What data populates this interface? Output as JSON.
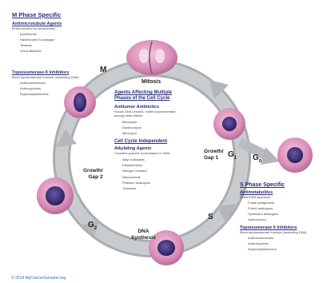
{
  "m_phase": {
    "title": "M Phase Specific",
    "antimicrotubule": {
      "title": "Antimicrotubule Agents",
      "note": "Inhibit function of microtubules",
      "drugs": [
        "Epothilones",
        "Halichondrin B analogue",
        "Taxanes",
        "Vinca alkaloids"
      ]
    },
    "topo2": {
      "title": "Topoisomerase II Inhibitors",
      "note": "Block topoisomerase function (unwinding DNA)",
      "drugs": [
        "Anthracenediones",
        "Anthracyclines",
        "Epipodophyllotoxins"
      ]
    }
  },
  "center": {
    "title_line1": "Agents Affecting Multiple",
    "title_line2": "Phases of the Cell Cycle",
    "antitumor": {
      "title": "Antitumor Antibiotics",
      "note_line1": "Induce DNA Lesions, Inhibit topoisomerase,",
      "note_line2": "among other effects",
      "drugs": [
        "Bleomycin",
        "Dactinomycin",
        "Mitomycin"
      ]
    },
    "independent": {
      "title": "Cell Cycle Independent"
    },
    "alkylating": {
      "title": "Alkylating Agents",
      "note": "Crosslink guanine nucleobases in DNA",
      "drugs": [
        "Alkyl sulfonates",
        "Ethylenimines",
        "Nitrogen mustard",
        "Nitrosoureas",
        "Platinum analogues",
        "Triazenes"
      ]
    }
  },
  "phases": {
    "mitosis": "Mitosis",
    "m": "M",
    "g1_line1": "Growth/",
    "g1_line2": "Gap 1",
    "g1_symbol": "G",
    "g1_sub": "1",
    "g0_symbol": "G",
    "g0_sub": "0",
    "s": "S",
    "dna_line1": "DNA",
    "dna_line2": "Synthesis",
    "g2_symbol": "G",
    "g2_sub": "2",
    "g2_line1": "Growth/",
    "g2_line2": "Gap 2"
  },
  "s_phase": {
    "title": "S Phase Specific",
    "antimetabolites": {
      "title": "Antimetabolites",
      "note": "Inhibit DNA synthesis",
      "drugs": [
        "Folate antagonists",
        "Purine analogues",
        "Pyrimidine analogues",
        "Hydroxyurea"
      ]
    },
    "topo1": {
      "title": "Topoisomerase II Inhibitors",
      "note": "Block topoisomerase function (unwinding DNA)",
      "drugs": [
        "Anthracenediones",
        "Anthracyclines",
        "Epipodophyllotoxins"
      ]
    }
  },
  "footer": "© 2014 MyCancerGenome.org",
  "colors": {
    "arrow": "#b9bcbf",
    "cell": "#d98fb8",
    "nucleus": "#3a2a70",
    "heading": "#2a2f7a"
  }
}
